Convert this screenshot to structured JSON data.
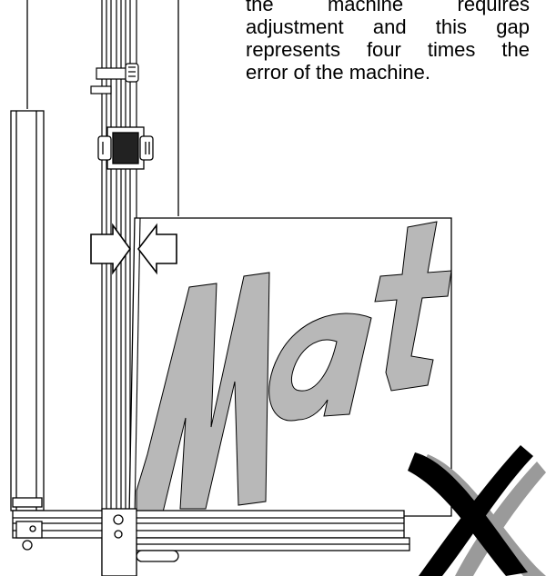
{
  "instruction": {
    "lines": [
      "the machine requires",
      "adjustment and this gap",
      "represents four times the",
      "error of the machine."
    ]
  },
  "illustration": {
    "mat_label": "Mat",
    "colors": {
      "outline": "#000000",
      "mat_lettering": "#b8b8b8",
      "cross_shadow": "#9a9a9a",
      "cross": "#000000"
    },
    "icons": [
      "gap-arrow-left-icon",
      "gap-arrow-right-icon",
      "incorrect-cross-icon"
    ]
  }
}
